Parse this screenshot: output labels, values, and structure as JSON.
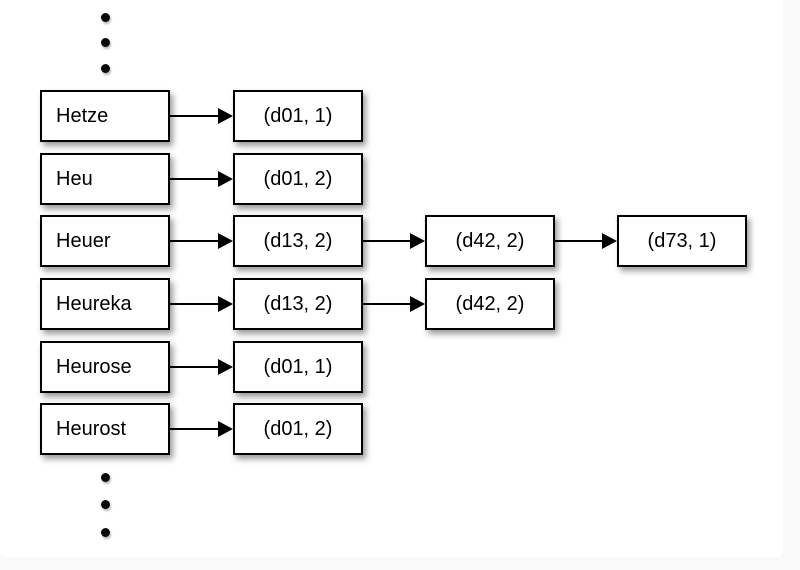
{
  "diagram": {
    "kind": "inverted-index-excerpt",
    "rows": [
      {
        "term": "Hetze",
        "postings": [
          "(d01, 1)"
        ]
      },
      {
        "term": "Heu",
        "postings": [
          "(d01, 2)"
        ]
      },
      {
        "term": "Heuer",
        "postings": [
          "(d13, 2)",
          "(d42, 2)",
          "(d73, 1)"
        ]
      },
      {
        "term": "Heureka",
        "postings": [
          "(d13, 2)",
          "(d42, 2)"
        ]
      },
      {
        "term": "Heurose",
        "postings": [
          "(d01, 1)"
        ]
      },
      {
        "term": "Heurost",
        "postings": [
          "(d01, 2)"
        ]
      }
    ],
    "ellipsis": {
      "top_dots": 3,
      "bottom_dots": 3
    },
    "colors": {
      "page_background": "#f9f9f9",
      "panel_background": "#ffffff",
      "box_border": "#000000",
      "text": "#000000"
    }
  }
}
